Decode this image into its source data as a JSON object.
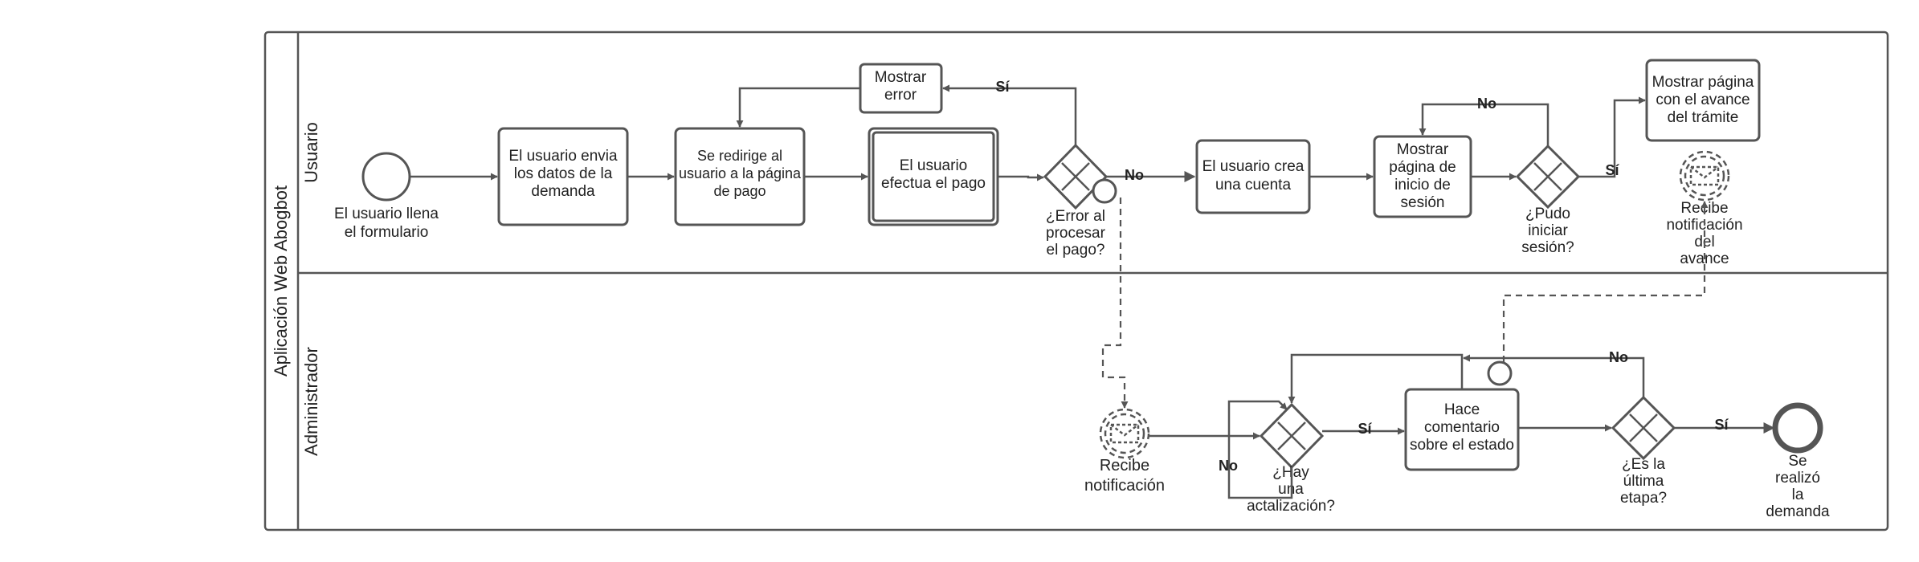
{
  "pool": {
    "name": "Aplicación Web Abogbot"
  },
  "lanes": {
    "user": "Usuario",
    "admin": "Administrador"
  },
  "user_lane": {
    "start_event": [
      "El usuario llena",
      "el formulario"
    ],
    "task_send": [
      "El usuario envia",
      "los datos de la",
      "demanda"
    ],
    "task_redirect": [
      "Se redirige al",
      "usuario a la página",
      "de pago"
    ],
    "task_pay": [
      "El usuario",
      "efectua el pago"
    ],
    "task_error": [
      "Mostrar",
      "error"
    ],
    "gateway_error": [
      "¿Error al",
      "procesar",
      "el pago?"
    ],
    "task_create_account": [
      "El usuario crea",
      "una cuenta"
    ],
    "task_login_page": [
      "Mostrar",
      "página de",
      "inicio de",
      "sesión"
    ],
    "gateway_login": [
      "¿Pudo",
      "iniciar",
      "sesión?"
    ],
    "task_progress": [
      "Mostrar página",
      "con el avance",
      "del trámite"
    ],
    "event_receive_progress": [
      "Recibe",
      "notificación",
      "del",
      "avance"
    ]
  },
  "admin_lane": {
    "event_receive": [
      "Recibe",
      "notificación"
    ],
    "gateway_update": [
      "¿Hay",
      "una",
      "actalización?"
    ],
    "task_comment": [
      "Hace",
      "comentario",
      "sobre el estado"
    ],
    "gateway_last": [
      "¿Es la",
      "última",
      "etapa?"
    ],
    "end_event": [
      "Se",
      "realizó",
      "la",
      "demanda"
    ]
  },
  "labels": {
    "si_error": "Sí",
    "no_error": "No",
    "no_login": "No",
    "si_login": "Sí",
    "si_update": "Sí",
    "no_update": "No",
    "no_last": "No",
    "si_last": "Sí"
  }
}
